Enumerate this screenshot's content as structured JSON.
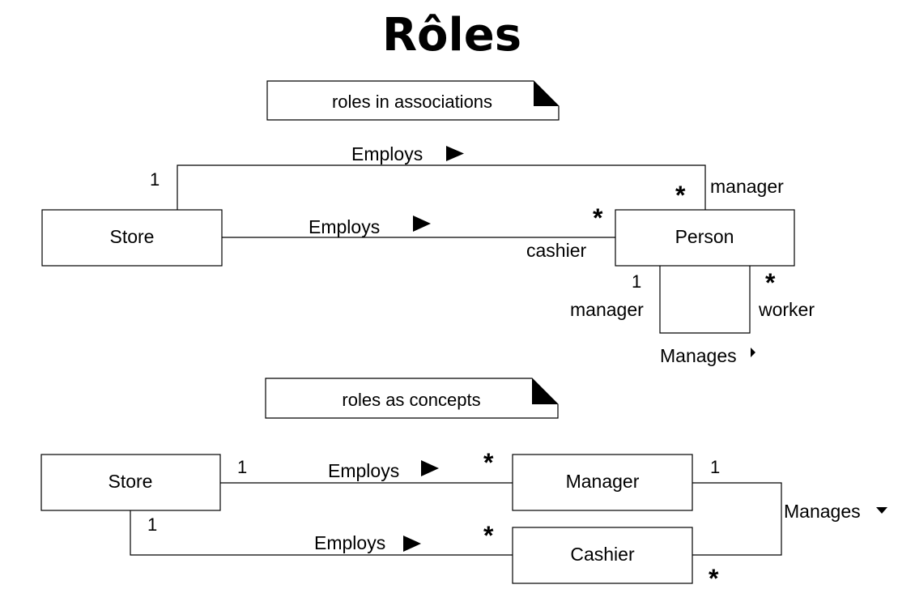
{
  "title": "Rôles",
  "top_section": {
    "note": "roles in associations",
    "classes": {
      "store": "Store",
      "person": "Person"
    },
    "assoc_manager": {
      "name": "Employs",
      "mult_store": "1",
      "mult_person": "*",
      "role": "manager"
    },
    "assoc_cashier": {
      "name": "Employs",
      "mult_person": "*",
      "role": "cashier"
    },
    "assoc_manages": {
      "name": "Manages",
      "mult_manager": "1",
      "role_manager": "manager",
      "mult_worker": "*",
      "role_worker": "worker"
    }
  },
  "bottom_section": {
    "note": "roles as concepts",
    "classes": {
      "store": "Store",
      "manager": "Manager",
      "cashier": "Cashier"
    },
    "assoc_manager": {
      "name": "Employs",
      "mult_store": "1",
      "mult_manager": "*"
    },
    "assoc_cashier": {
      "name": "Employs",
      "mult_store": "1",
      "mult_cashier": "*"
    },
    "assoc_manages": {
      "name": "Manages",
      "mult_manager": "1",
      "mult_cashier": "*"
    }
  }
}
